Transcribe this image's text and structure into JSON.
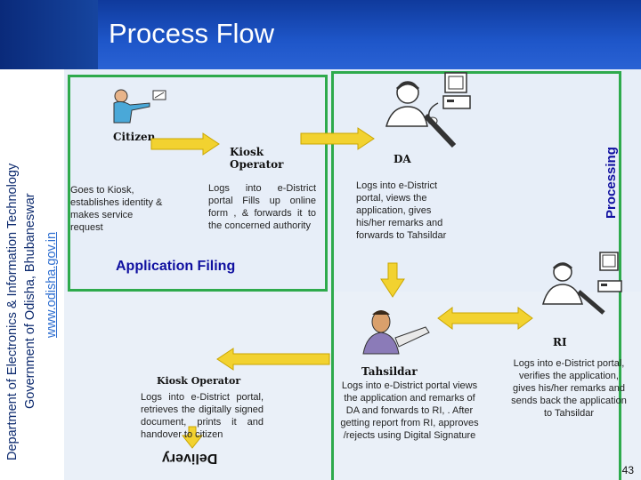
{
  "title": "Process Flow",
  "sidebar": {
    "line1": "Department of Electronics & Information Technology",
    "line2": "Government of Odisha, Bhubaneswar",
    "url": "www.odisha.gov.in"
  },
  "sections": {
    "processing": "Processing",
    "application_filing": "Application Filing",
    "delivery": "Delivery"
  },
  "actors": {
    "citizen": {
      "label": "Citizen",
      "desc": "Goes to Kiosk, establishes identity & makes service request"
    },
    "kiosk_top": {
      "label1": "Kiosk",
      "label2": "Operator",
      "desc": "Logs into e-District portal Fills up online form , & forwards it to the concerned authority"
    },
    "da": {
      "label": "DA",
      "desc": "Logs into e-District portal, views the application, gives his/her remarks and forwards to Tahsildar"
    },
    "ri": {
      "label": "RI",
      "desc": "Logs into e-District portal, verifies the application, gives his/her remarks and sends back the application to Tahsildar"
    },
    "tahsildar": {
      "label": "Tahsildar",
      "desc": "Logs into e-District portal views the application and remarks of DA and forwards to RI, . After getting report from RI, approves /rejects using Digital Signature"
    },
    "kiosk_bottom": {
      "label": "Kiosk Operator",
      "desc": "Logs into e-District portal, retrieves the digitally signed document, prints it and handover to citizen"
    }
  },
  "page_number": "43",
  "colors": {
    "header": "#1e56c9",
    "box_border": "#2eaa4c",
    "arrow_fill": "#f2d230",
    "arrow_stroke": "#c9a500",
    "filing_text": "#1010a0"
  }
}
